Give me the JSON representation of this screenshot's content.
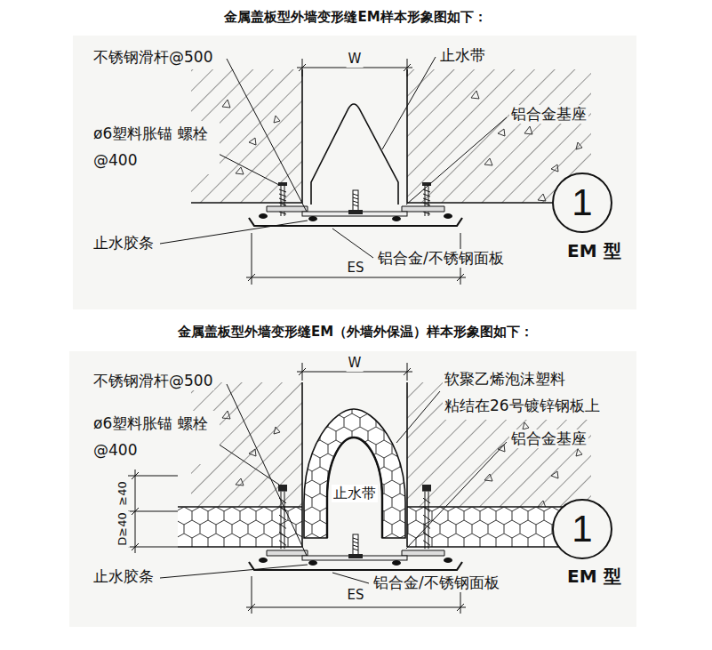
{
  "diagram": {
    "title": "金属盖板型外墙变形缝EM样本形象图如下：",
    "nodes": [
      {
        "text": [
          "1"
        ]
      },
      {
        "text": [
          "1"
        ]
      }
    ],
    "labels": [
      "不锈钢滑杆@500",
      "ø6塑料胀锚 螺栓@400",
      "止水带",
      "铝合金基座",
      "W",
      "止水胶条",
      "铝合金/不锈钢面板",
      "ES",
      "EM 型",
      "金属盖板型外墙变形缝EM（外墙外保温）样本形象图如下：",
      "不锈钢滑杆@500",
      "ø6塑料胀锚 螺栓@400",
      "W",
      "软聚乙烯泡沫塑料 粘结在26号镀锌钢板上",
      "铝合金基座",
      "D≥40",
      "≥40",
      "止水带",
      "止水胶条",
      "铝合金/不锈钢面板",
      "ES",
      "EM 型"
    ]
  }
}
